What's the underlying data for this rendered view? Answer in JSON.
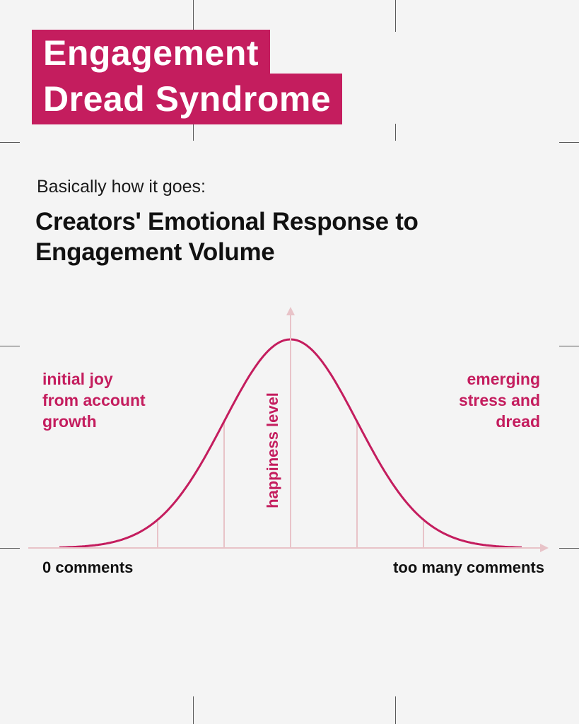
{
  "header": {
    "title_line_1": "Engagement",
    "title_line_2": "Dread Syndrome"
  },
  "intro": "Basically how it goes:",
  "chart_heading": "Creators' Emotional Response to Engagement Volume",
  "colors": {
    "accent": "#c41d5e",
    "guide_lines": "#e8c3c8",
    "text_dark": "#111111",
    "background": "#f4f4f4"
  },
  "chart_data": {
    "type": "line",
    "shape": "bell-curve",
    "title": "Creators' Emotional Response to Engagement Volume",
    "xlabel_start": "0 comments",
    "xlabel_end": "too many comments",
    "ylabel": "happiness level",
    "x_ticks_shown": false,
    "y_ticks_shown": false,
    "grid": false,
    "guide_lines_at_std": [
      -2,
      -1,
      0,
      1,
      2
    ],
    "annotations": [
      {
        "position": "left",
        "lines": [
          "initial joy",
          "from account",
          "growth"
        ]
      },
      {
        "position": "right",
        "lines": [
          "emerging",
          "stress and",
          "dread"
        ]
      }
    ]
  }
}
